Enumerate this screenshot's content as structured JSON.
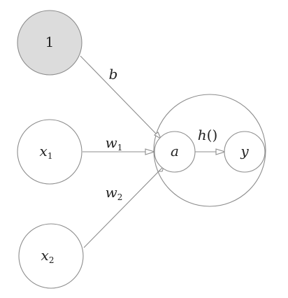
{
  "nodes": {
    "bias": {
      "label": "1"
    },
    "x1": {
      "label": "x",
      "sub": "1"
    },
    "x2": {
      "label": "x",
      "sub": "2"
    },
    "a": {
      "label": "a"
    },
    "y": {
      "label": "y"
    }
  },
  "edges": {
    "b": {
      "label": "b"
    },
    "w1": {
      "label": "w",
      "sub": "1"
    },
    "w2": {
      "label": "w",
      "sub": "2"
    },
    "h": {
      "label": "h()"
    }
  },
  "colors": {
    "stroke": "#8c8c8c",
    "bias_fill": "#dcdcdc",
    "text": "#222222"
  }
}
